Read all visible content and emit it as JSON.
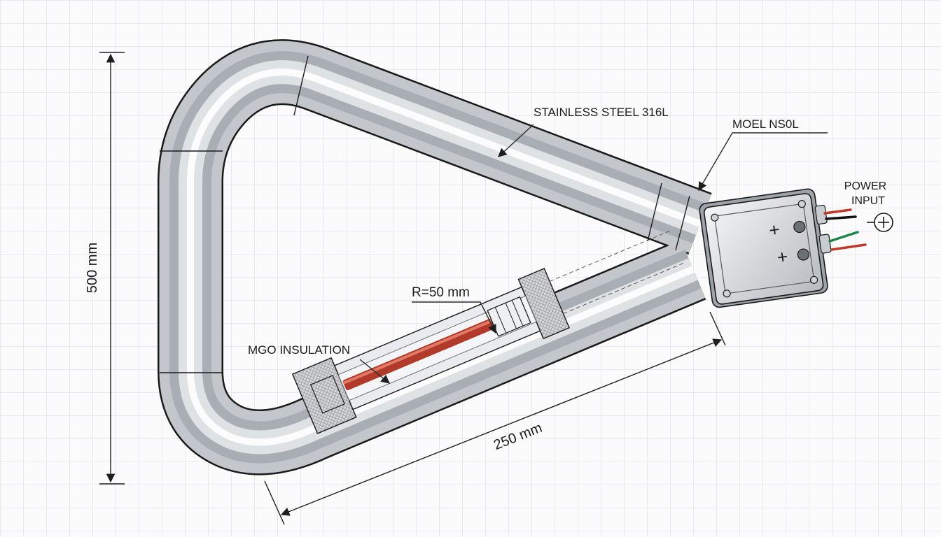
{
  "labels": {
    "material": "STAINLESS STEEL 316L",
    "model": "MOEL NS0L",
    "power_input_line1": "POWER",
    "power_input_line2": "INPUT",
    "radius": "R=50 mm",
    "insulation": "MGO INSULATION",
    "length": "250 mm",
    "height": "500 mm"
  },
  "junction_box": {
    "terminal_1": "+",
    "terminal_2": "+"
  },
  "colors": {
    "tube_steel": "#c9ccd0",
    "tube_outline": "#1a1a1a",
    "heating_element": "#b23a2a",
    "wire_red": "#c0392b",
    "wire_green": "#1e8449",
    "wire_black": "#111111",
    "grid": "#e6e9ee"
  }
}
